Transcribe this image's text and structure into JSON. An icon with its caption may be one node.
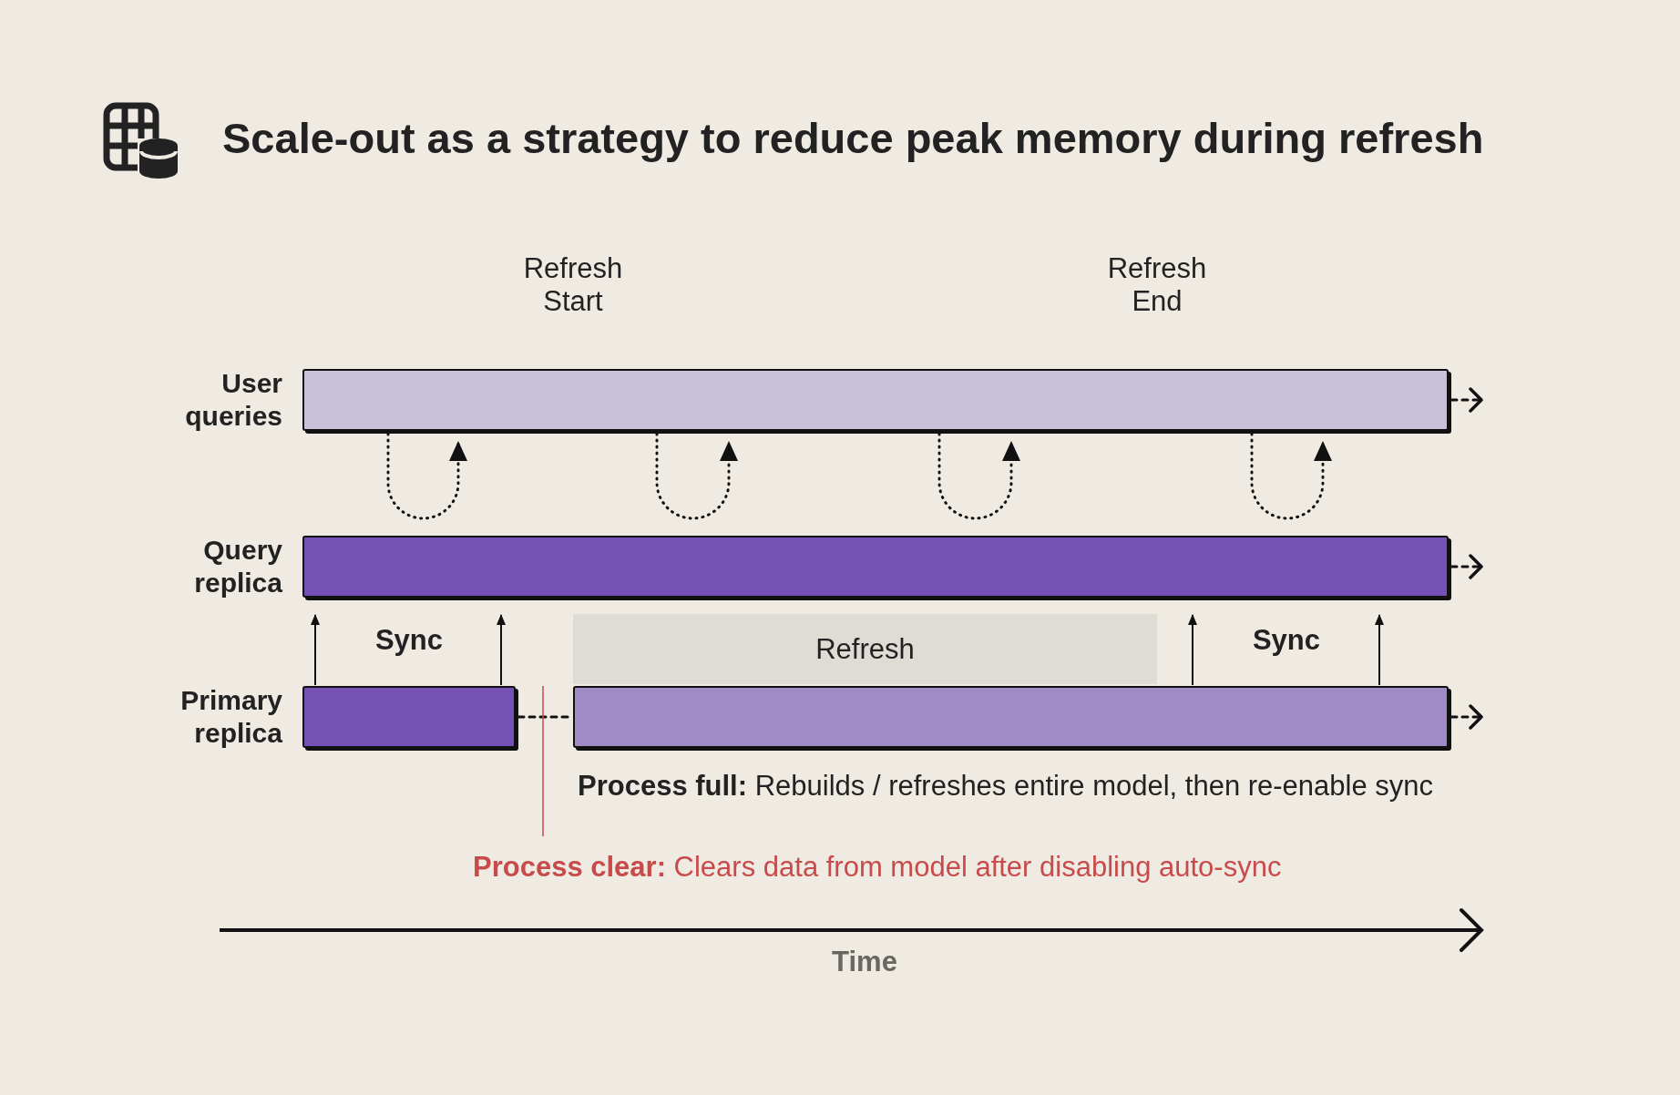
{
  "diagram": {
    "title": "Scale-out as a strategy to reduce peak memory during refresh",
    "nodes": [
      {
        "text": [],
        "shape": "bar",
        "beside": [
          "User queries"
        ]
      },
      {
        "text": [],
        "shape": "bar",
        "beside": [
          "Query replica"
        ]
      },
      {
        "text": [
          "Refresh"
        ]
      },
      {
        "text": [],
        "shape": "bar",
        "beside": [
          "Primary replica"
        ]
      },
      {
        "text": [],
        "shape": "bar"
      },
      {
        "text": [
          "**Process clear:** Clears data from model after disabling auto-sync"
        ]
      }
    ],
    "edges": [
      {
        "from": 0,
        "to": 0,
        "arrow": "to",
        "style": "dashed"
      },
      {
        "from": 0,
        "to": 0,
        "arrow": "to",
        "style": "dashed"
      },
      {
        "from": 0,
        "to": 0,
        "arrow": "to",
        "style": "dashed"
      },
      {
        "from": 0,
        "to": 0,
        "arrow": "to",
        "style": "dashed"
      },
      {
        "from": 3,
        "to": 1,
        "arrow": "to"
      },
      {
        "from": 3,
        "to": 1,
        "arrow": "to"
      },
      {
        "from": 4,
        "to": 1,
        "arrow": "to"
      },
      {
        "from": 4,
        "to": 1,
        "arrow": "to"
      },
      {
        "from": 3,
        "to": 4,
        "arrow": "none",
        "style": "dashed"
      },
      {
        "from": 0,
        "to": null,
        "arrow": "to",
        "style": "dashed"
      },
      {
        "from": 1,
        "to": null,
        "arrow": "to",
        "style": "dashed"
      },
      {
        "from": 4,
        "to": null,
        "arrow": "to",
        "style": "dashed"
      },
      {
        "from": 5,
        "to": null,
        "arrow": "none",
        "color": "#c84b4b"
      }
    ],
    "labels": [
      "Refresh Start",
      "Refresh End",
      "Sync",
      "Sync",
      "**Process full:** Rebuilds / refreshes entire model, then re-enable sync",
      "Time"
    ]
  }
}
